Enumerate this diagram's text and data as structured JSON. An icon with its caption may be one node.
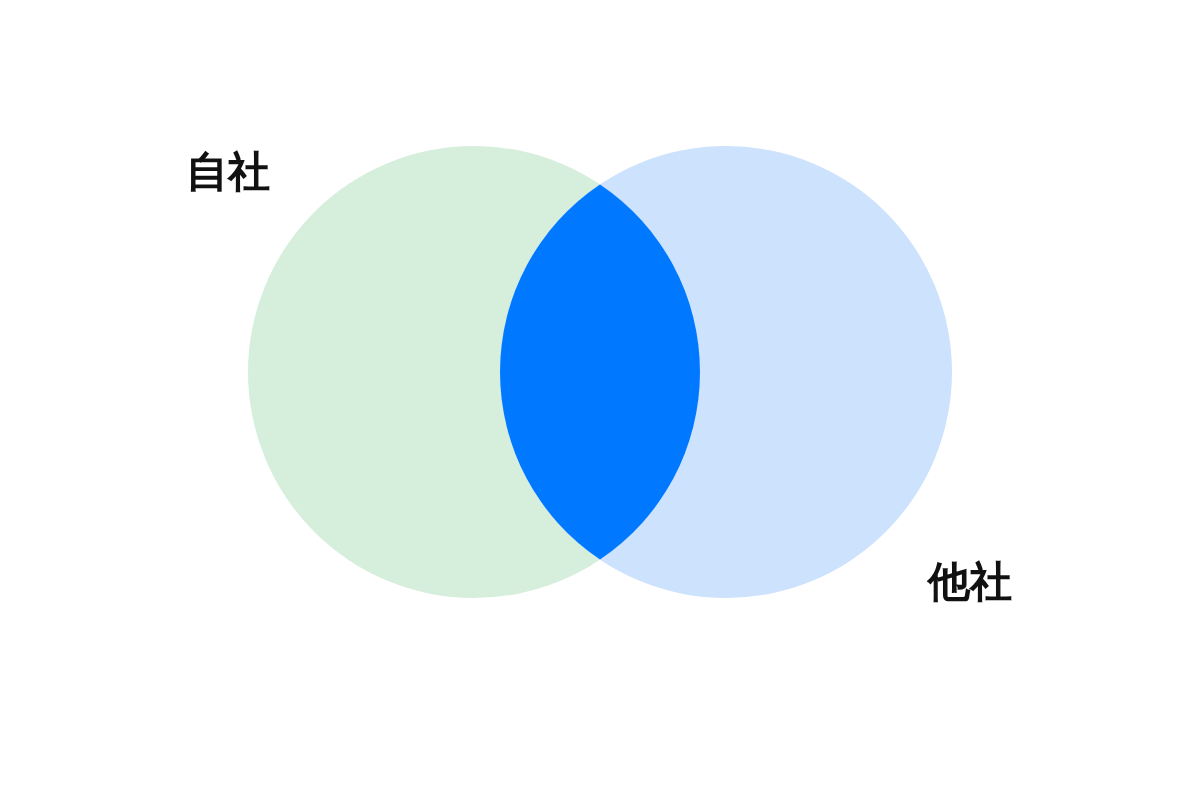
{
  "diagram": {
    "nodes": [
      {
        "text": [
          "自社"
        ]
      },
      {
        "text": [
          "他社"
        ]
      },
      {
        "text": [],
        "shape": "lens"
      }
    ]
  }
}
